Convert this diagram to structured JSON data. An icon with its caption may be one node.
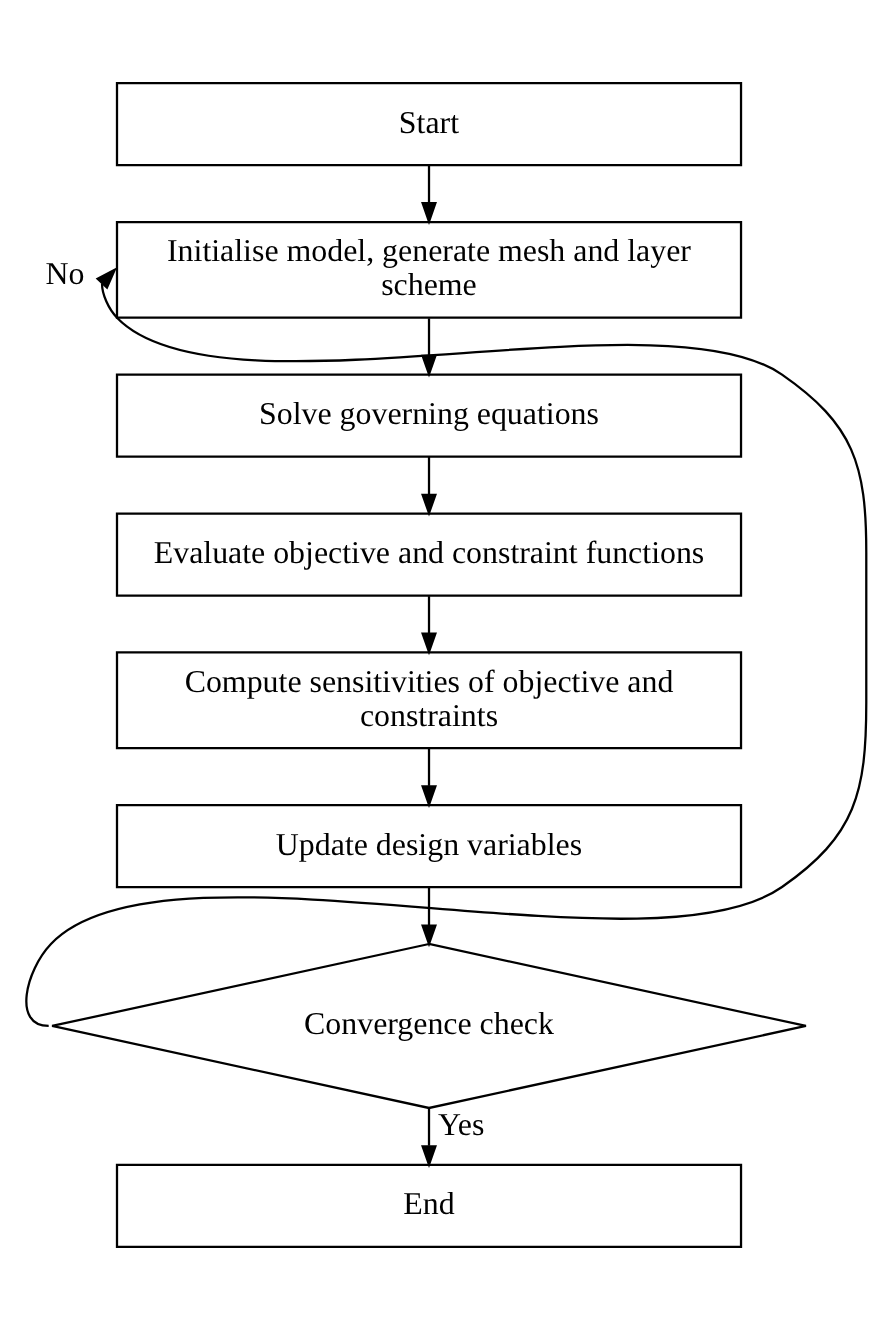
{
  "diagram": {
    "nodes": [
      {
        "text": [
          "Start"
        ]
      },
      {
        "text": [
          "Initialise model, generate mesh and layer scheme"
        ]
      },
      {
        "text": [
          "Solve governing equations"
        ]
      },
      {
        "text": [
          "Evaluate objective and constraint functions"
        ]
      },
      {
        "text": [
          "Compute sensitivities of objective and constraints"
        ]
      },
      {
        "text": [
          "Update design variables"
        ]
      },
      {
        "text": [
          "Convergence check"
        ]
      },
      {
        "text": [
          "End"
        ]
      }
    ],
    "edges": [
      {
        "from": 0,
        "to": 1,
        "arrow": "to"
      },
      {
        "from": 1,
        "to": 2,
        "arrow": "to"
      },
      {
        "from": 2,
        "to": 3,
        "arrow": "to"
      },
      {
        "from": 3,
        "to": 4,
        "arrow": "to"
      },
      {
        "from": 4,
        "to": 5,
        "arrow": "to"
      },
      {
        "from": 5,
        "to": 6,
        "arrow": "to"
      },
      {
        "from": 6,
        "to": 7,
        "arrow": "to",
        "label": "Yes"
      },
      {
        "from": 6,
        "to": 1,
        "arrow": "to",
        "label": "No"
      }
    ]
  }
}
